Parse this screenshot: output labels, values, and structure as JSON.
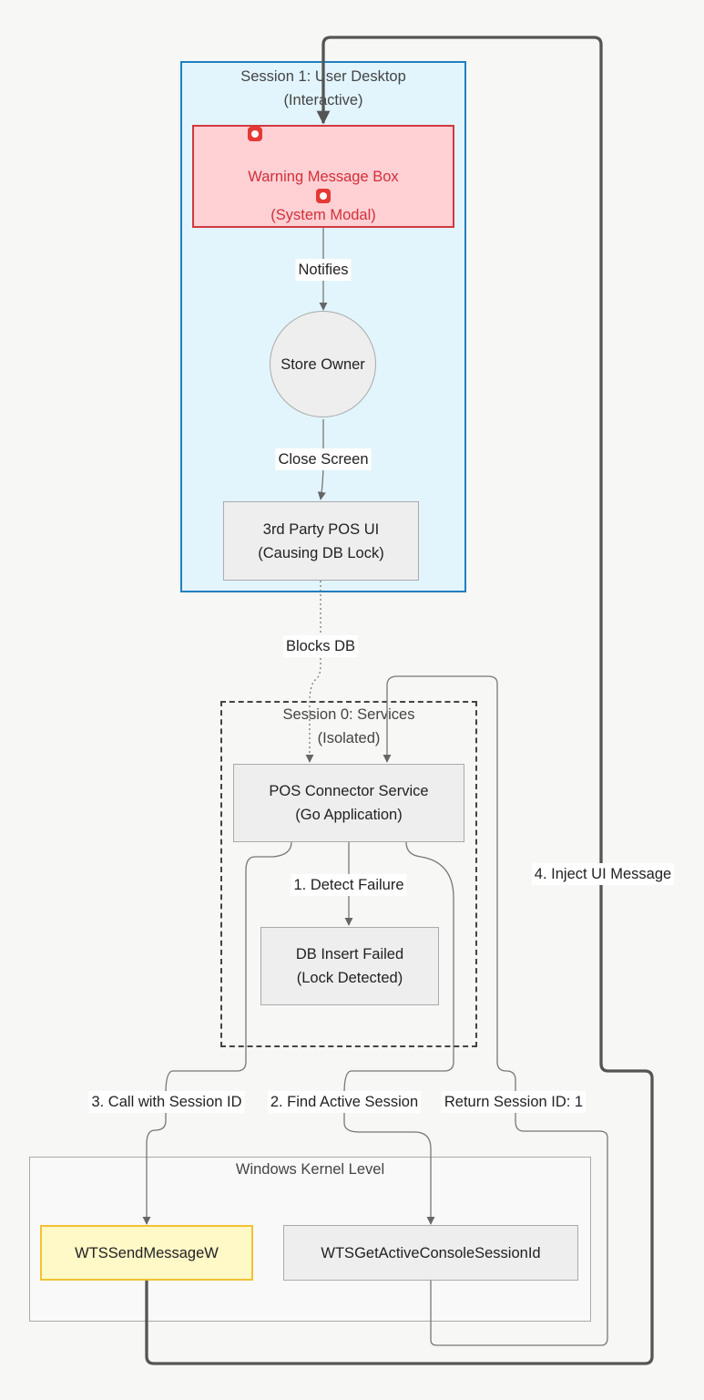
{
  "groups": {
    "session1": {
      "line1": "Session 1: User Desktop",
      "line2": "(Interactive)"
    },
    "session0": {
      "line1": "Session 0: Services",
      "line2": "(Isolated)"
    },
    "kernel": {
      "line1": "Windows Kernel Level"
    }
  },
  "nodes": {
    "warning": {
      "line1": "Warning Message Box",
      "line3": "(System Modal)",
      "icon": "siren-icon"
    },
    "store_owner": {
      "label": "Store Owner"
    },
    "pos_ui": {
      "line1": "3rd Party POS UI",
      "line2": "(Causing DB Lock)"
    },
    "connector": {
      "line1": "POS Connector Service",
      "line2": "(Go Application)"
    },
    "db_failed": {
      "line1": "DB Insert Failed",
      "line2": "(Lock Detected)"
    },
    "wts_send": {
      "label": "WTSSendMessageW"
    },
    "wts_get": {
      "label": "WTSGetActiveConsoleSessionId"
    }
  },
  "edges": {
    "notifies": "Notifies",
    "close_screen": "Close Screen",
    "blocks_db": "Blocks DB",
    "detect_failure": "1. Detect Failure",
    "call_session": "3. Call with Session ID",
    "find_session": "2. Find Active Session",
    "return_session": "Return Session ID: 1",
    "inject_ui": "4. Inject UI Message"
  },
  "colors": {
    "session1_fill": "#e2f5fd",
    "session1_border": "#1f7fbf",
    "warning_fill": "#ffd0d4",
    "warning_border": "#d03a3f",
    "warning_text": "#d0303a",
    "highlight_fill": "#fff8c7",
    "highlight_border": "#f2c230",
    "default_fill": "#eeeeee",
    "default_border": "#aaaaaa"
  }
}
